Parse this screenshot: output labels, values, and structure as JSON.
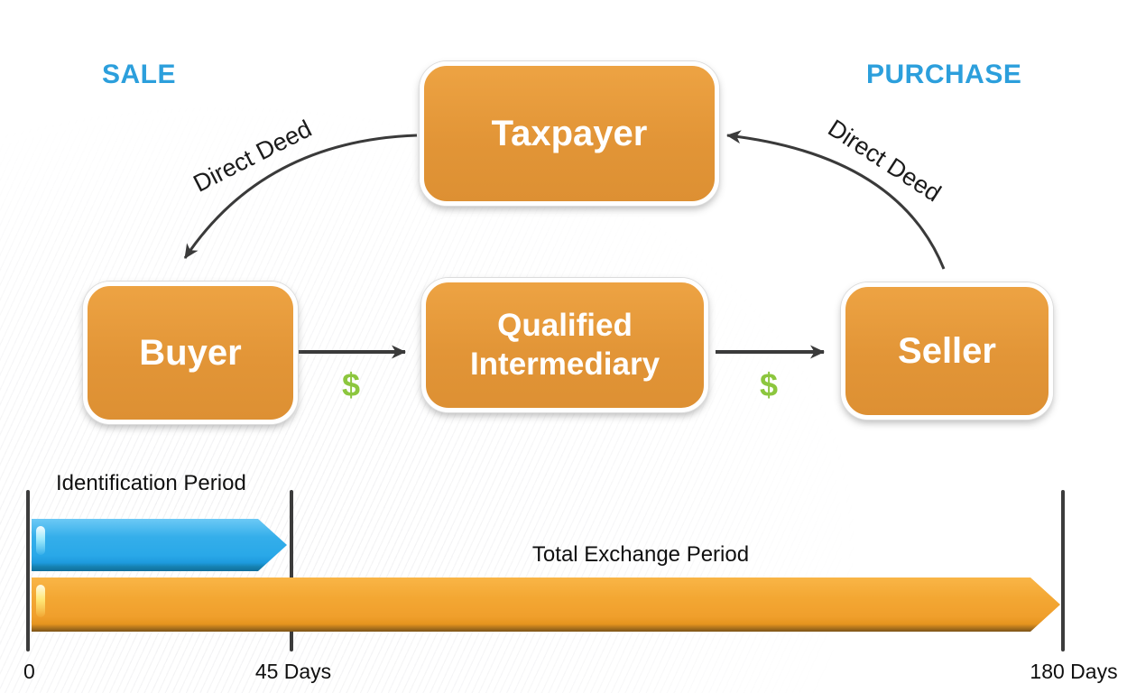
{
  "diagram": {
    "sale_label": "SALE",
    "purchase_label": "PURCHASE",
    "nodes": {
      "taxpayer": "Taxpayer",
      "buyer": "Buyer",
      "qualified_intermediary": "Qualified Intermediary",
      "seller": "Seller"
    },
    "edges": {
      "deed_left_label": "Direct Deed",
      "deed_right_label": "Direct Deed",
      "money_left_symbol": "$",
      "money_right_symbol": "$"
    }
  },
  "timeline": {
    "identification_label": "Identification Period",
    "total_label": "Total Exchange Period",
    "tick_labels": [
      "0",
      "45 Days",
      "180 Days"
    ]
  },
  "colors": {
    "label-blue": "#2C9FDC",
    "box-orange-top": "#EDA343",
    "box-orange-bottom": "#DD9033",
    "bar-blue": "#29A8E8",
    "bar-orange": "#F09F2C",
    "money-green": "#8CC63E",
    "arrow-dark": "#3A3A3A",
    "tick-dark": "#3C3C3C"
  }
}
